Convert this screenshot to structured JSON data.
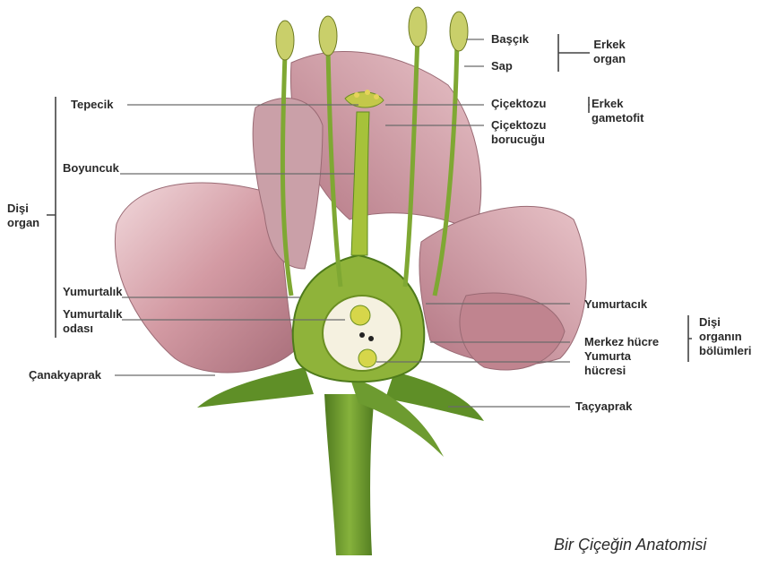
{
  "labels": {
    "bascik": "Başçık",
    "sap": "Sap",
    "erkek_organ": "Erkek\norgan",
    "tepecik": "Tepecik",
    "cicektozu": "Çiçektozu",
    "erkek_gametofit": "Erkek\ngametofit",
    "cicektozu_borucugu": "Çiçektozu\nborucuğu",
    "boyuncuk": "Boyuncuk",
    "disi_organ": "Dişi\norgan",
    "yumurtalik": "Yumurtalık",
    "yumurtalik_odasi": "Yumurtalık\nodası",
    "yumurtacik": "Yumurtacık",
    "merkez_hucre": "Merkez hücre",
    "yumurta_hucresi": "Yumurta\nhücresi",
    "disi_organin_bolumleri": "Dişi\norganın\nbölümleri",
    "canakyaprak": "Çanakyaprak",
    "tacyaprak": "Taçyaprak"
  },
  "caption": "Bir Çiçeğin Anatomisi",
  "colors": {
    "petal": "#d9a3a8",
    "petal_dark": "#b07a84",
    "stalk": "#6f9a2e",
    "pistil": "#b5c93a",
    "anther": "#c9d36a"
  }
}
